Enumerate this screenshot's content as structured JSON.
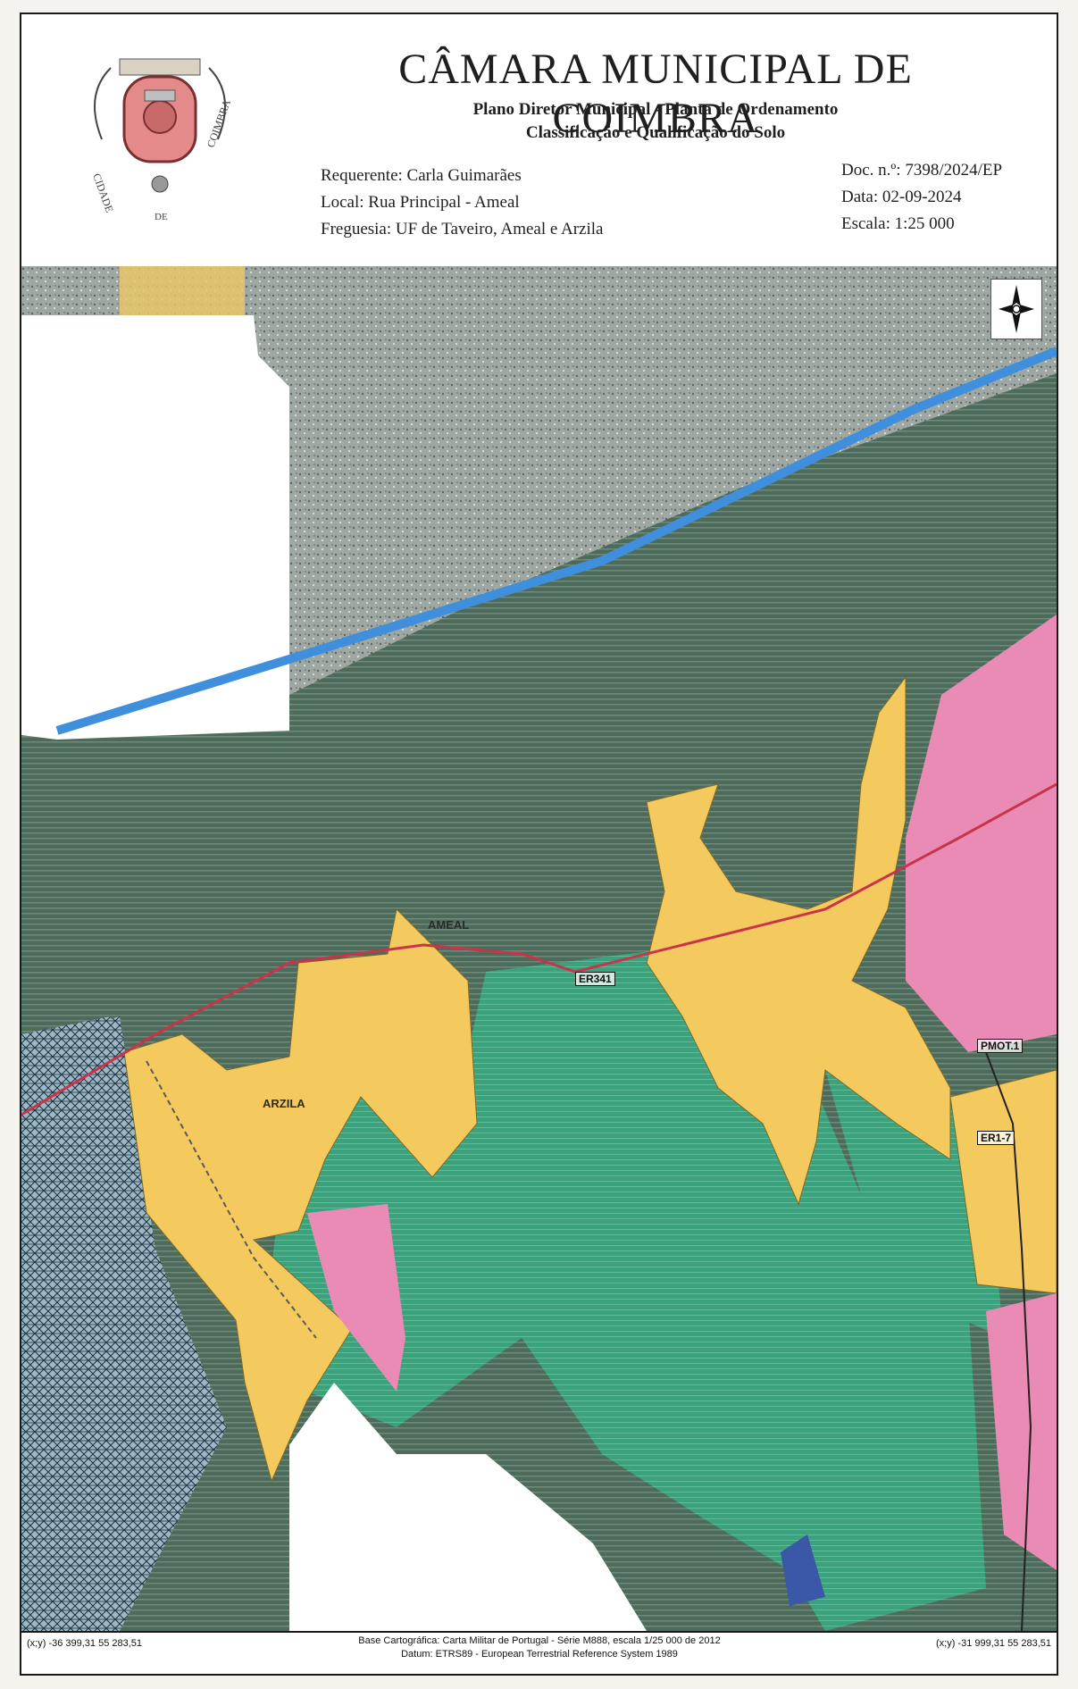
{
  "header": {
    "title": "CÂMARA MUNICIPAL DE COIMBRA",
    "subtitle_1": "Plano Diretor Municipal - Planta de Ordenamento",
    "subtitle_2": "Classificação e Qualificação do Solo",
    "requerente": "Requerente: Carla Guimarães",
    "local": "Local: Rua Principal - Ameal",
    "freguesia": "Freguesia: UF de Taveiro, Ameal e Arzila",
    "doc": "Doc. n.º: 7398/2024/EP",
    "data": "Data: 02-09-2024",
    "escala": "Escala: 1:25 000"
  },
  "crest": {
    "left_text": "CIDADE",
    "right_text": "COIMBRA",
    "bottom_text": "DE"
  },
  "map": {
    "place_labels": {
      "ameal": "AMEAL",
      "arzila": "ARZILA"
    },
    "tags": {
      "er": "ER341",
      "pmot": "PMOT.1",
      "er17": "ER1-7"
    },
    "colors": {
      "dark_green": "#4c6b5a",
      "teal_green": "#3aa27d",
      "yellow": "#f4c95d",
      "pink": "#e98bb5",
      "blue_river": "#3f8fdc",
      "red_road": "#c8344a",
      "gray_stipple": "#9aa39e",
      "hatched_blue": "#9bb8c6"
    }
  },
  "footer": {
    "coord_left": "(x;y) -36 399,31  55 283,51",
    "coord_right": "(x;y) -31 999,31  55 283,51",
    "base_line1": "Base Cartográfica: Carta Militar de Portugal - Série M888, escala 1/25 000 de 2012",
    "base_line2": "Datum: ETRS89 - European Terrestrial Reference System 1989"
  }
}
